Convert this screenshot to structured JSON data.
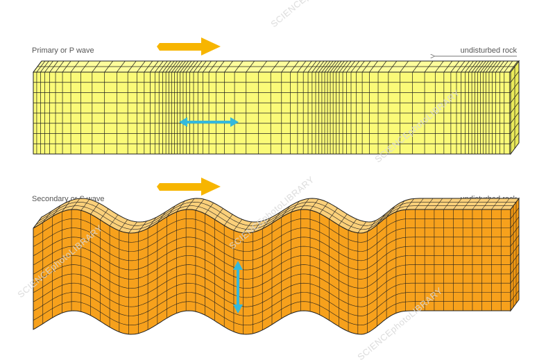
{
  "panels": {
    "p_wave": {
      "label": "Primary or P wave",
      "undisturbed": "undisturbed rock"
    },
    "s_wave": {
      "label": "Secondary or S wave",
      "undisturbed": "undisturbed rock"
    }
  },
  "watermark": "SCIENCEphotoLIBRARY",
  "colors": {
    "p_front": "#fafa78",
    "p_top": "#fdfd9c",
    "p_side": "#eaea5a",
    "s_front": "#f7a11c",
    "s_top": "#fbd07a",
    "s_side": "#f59a12",
    "grid": "#1e1e1e",
    "propagation_arrow": "#f7b500",
    "motion_arrow": "#34b9dc",
    "label_text": "#555555"
  },
  "icons": {
    "propagation": "right-arrow-icon",
    "p_motion": "double-horizontal-arrow-icon",
    "s_motion": "double-vertical-arrow-icon"
  }
}
